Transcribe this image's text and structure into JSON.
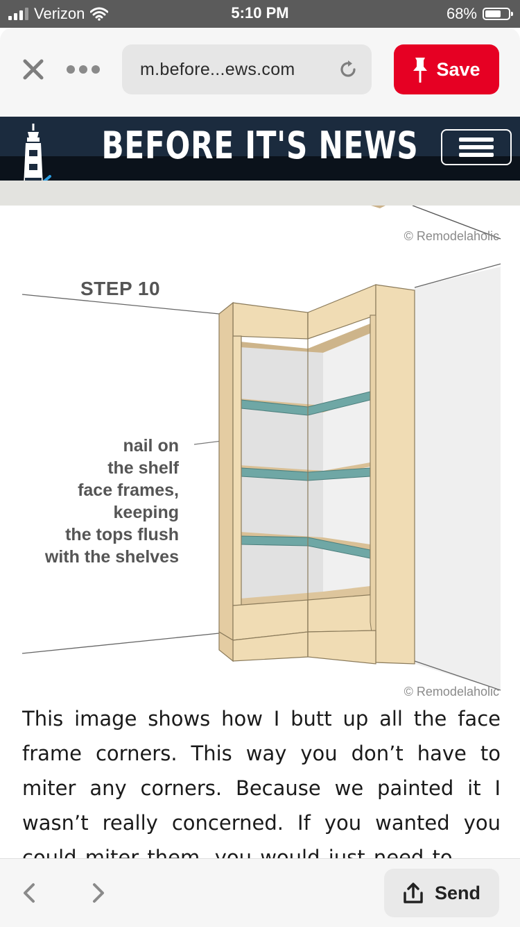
{
  "status_bar": {
    "carrier": "Verizon",
    "time": "5:10 PM",
    "battery_percent": "68%",
    "battery_level": 0.68,
    "signal_bars_active": 3,
    "signal_bars_total": 4
  },
  "browser": {
    "url": "m.before...ews.com",
    "save_label": "Save",
    "icons": [
      "close-icon",
      "more-icon",
      "reload-icon",
      "pin-icon"
    ]
  },
  "site": {
    "title": "BEFORE IT'S NEWS",
    "logo_icon": "lighthouse-icon",
    "menu_icon": "hamburger-icon"
  },
  "illustration": {
    "credit_top": "© Remodelaholic",
    "credit_bottom": "© Remodelaholic",
    "step_label": "STEP 10",
    "callout_lines": [
      "nail on",
      "the shelf",
      "face frames,",
      "keeping",
      "the tops flush",
      "with the shelves"
    ]
  },
  "article": {
    "text": "This image shows how I butt up all the face frame corners.  This way you don’t have to miter any corners.  Because we painted it I wasn’t really concerned.  If you wanted you could miter them, you would just need to"
  },
  "bottom_bar": {
    "send_label": "Send",
    "icons": [
      "back-icon",
      "forward-icon",
      "share-icon"
    ]
  },
  "colors": {
    "save_red": "#e60023",
    "header_navy": "#1b2b3e",
    "wood": "#f0dcb4",
    "shelf_teal": "#6fa7a5"
  }
}
